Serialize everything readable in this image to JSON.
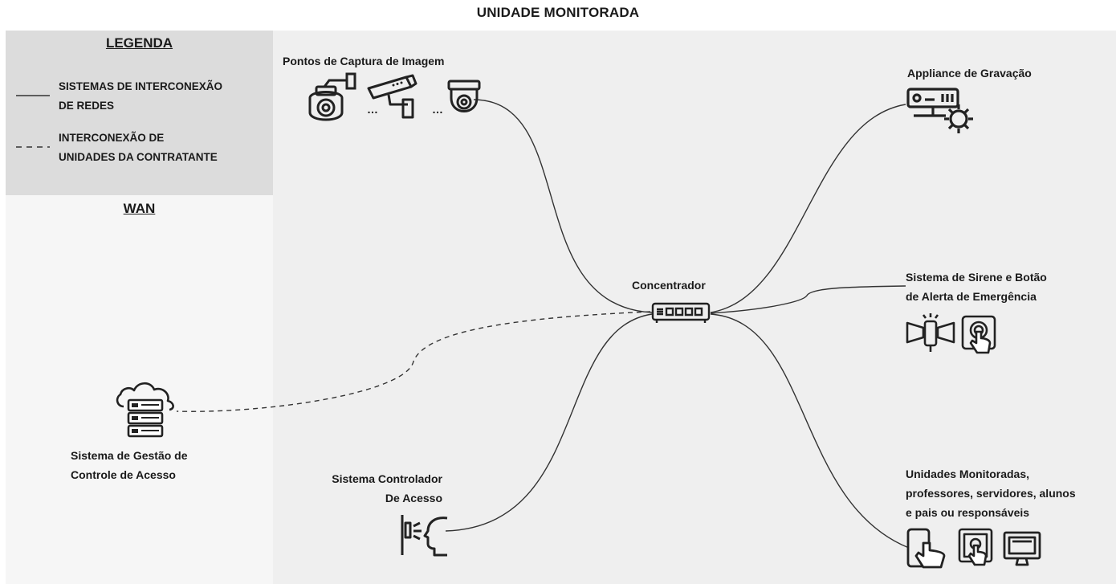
{
  "title": "UNIDADE MONITORADA",
  "legend": {
    "heading": "LEGENDA",
    "solid_label": "SISTEMAS DE INTERCONEXÃO\nDE REDES",
    "dashed_label": "INTERCONEXÃO DE\nUNIDADES DA CONTRATANTE"
  },
  "wan": {
    "heading": "WAN",
    "access_mgmt_label": "Sistema de Gestão de\nControle de Acesso"
  },
  "nodes": {
    "cameras_label": "Pontos de Captura de Imagem",
    "camera_ellipsis_1": "…",
    "camera_ellipsis_2": "…",
    "recording_label": "Appliance de Gravação",
    "hub_label": "Concentrador",
    "siren_label": "Sistema de Sirene e Botão\nde Alerta de Emergência",
    "access_controller_label": "Sistema Controlador\nDe Acesso",
    "monitored_units_label": "Unidades Monitoradas,\nprofessores, servidores, alunos\ne pais ou responsáveis"
  },
  "colors": {
    "background_monitored": "#efefef",
    "background_legend": "#dcdcdc",
    "background_wan": "#f6f6f6",
    "line": "#333333"
  }
}
